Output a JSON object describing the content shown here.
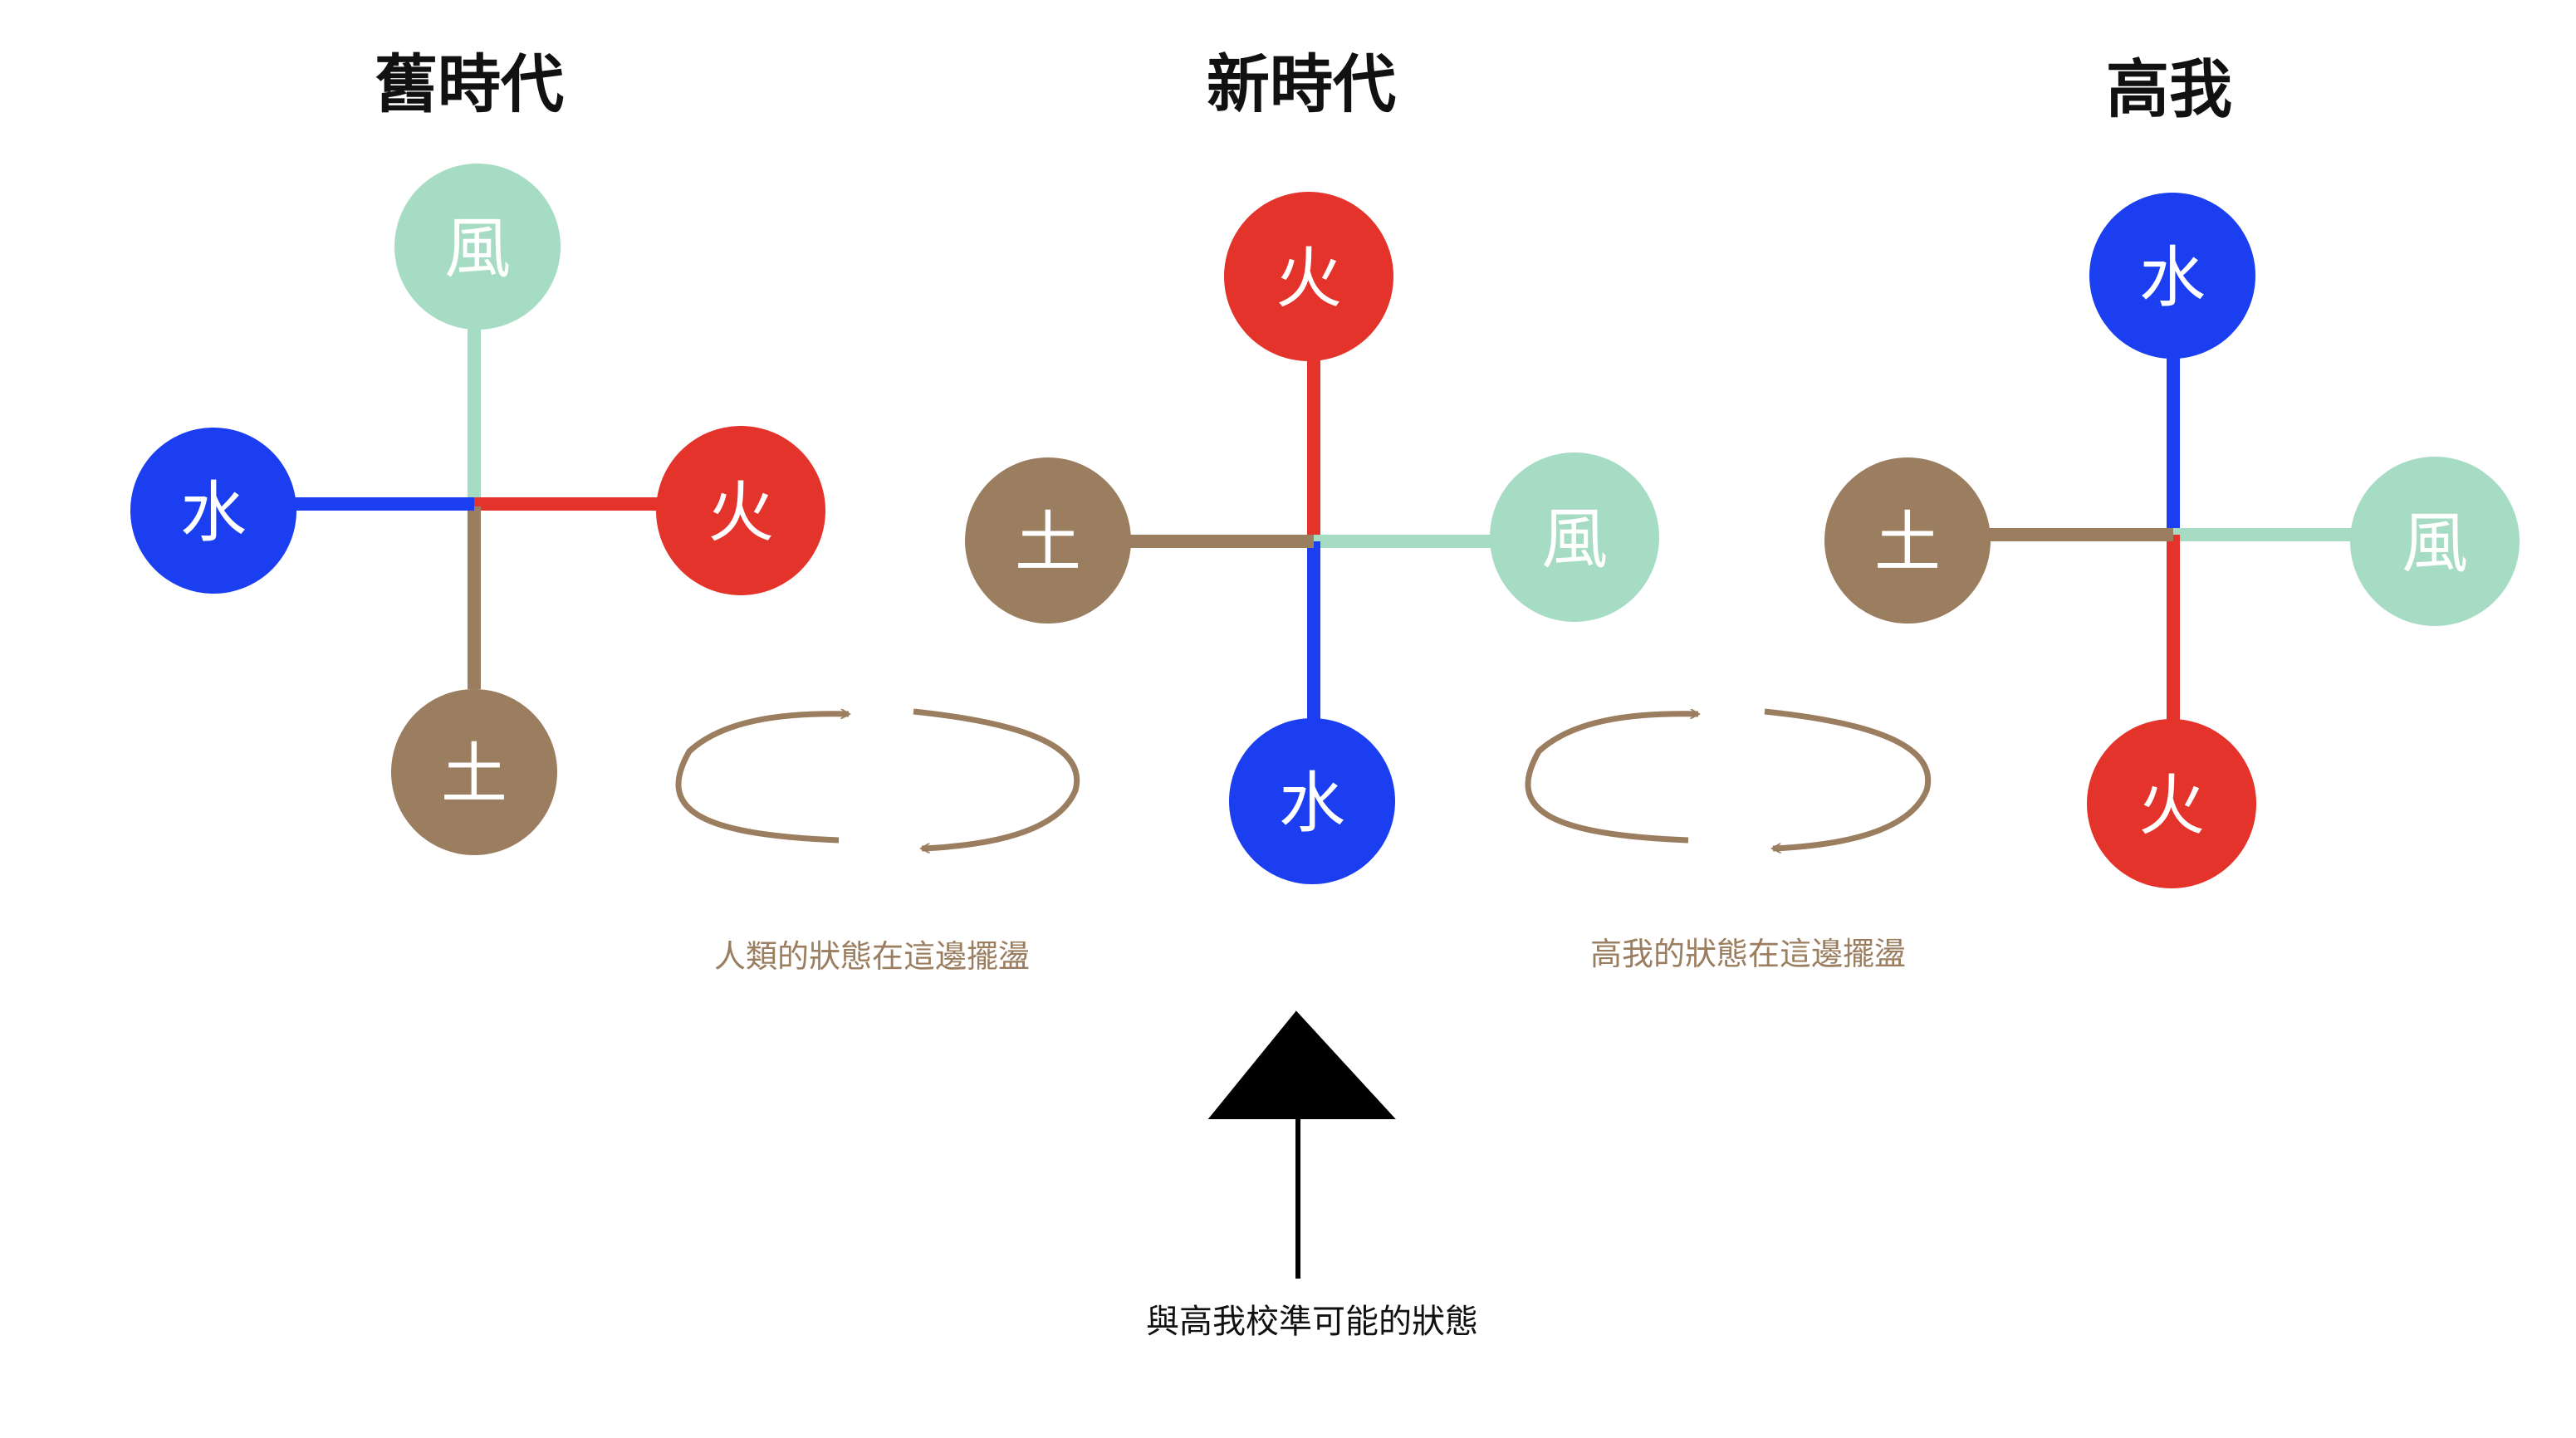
{
  "colors": {
    "fire": "#e3332a",
    "water": "#1a3ef0",
    "air": "#a6dbc4",
    "earth": "#9b7d5f",
    "background": "#ffffff",
    "text": "#111111"
  },
  "elements": {
    "fire": "火",
    "water": "水",
    "air": "風",
    "earth": "土"
  },
  "panels": [
    {
      "id": "old-era",
      "title": "舊時代",
      "top": "air",
      "right": "fire",
      "bottom": "earth",
      "left": "water"
    },
    {
      "id": "new-era",
      "title": "新時代",
      "top": "fire",
      "right": "air",
      "bottom": "water",
      "left": "earth"
    },
    {
      "id": "higher-self",
      "title": "高我",
      "top": "water",
      "right": "air",
      "bottom": "fire",
      "left": "earth"
    }
  ],
  "oscillations": [
    {
      "id": "human-state",
      "caption": "人類的狀態在這邊擺盪"
    },
    {
      "id": "higher-self-state",
      "caption": "高我的狀態在這邊擺盪"
    }
  ],
  "pointer": {
    "caption": "與高我校準可能的狀態"
  }
}
